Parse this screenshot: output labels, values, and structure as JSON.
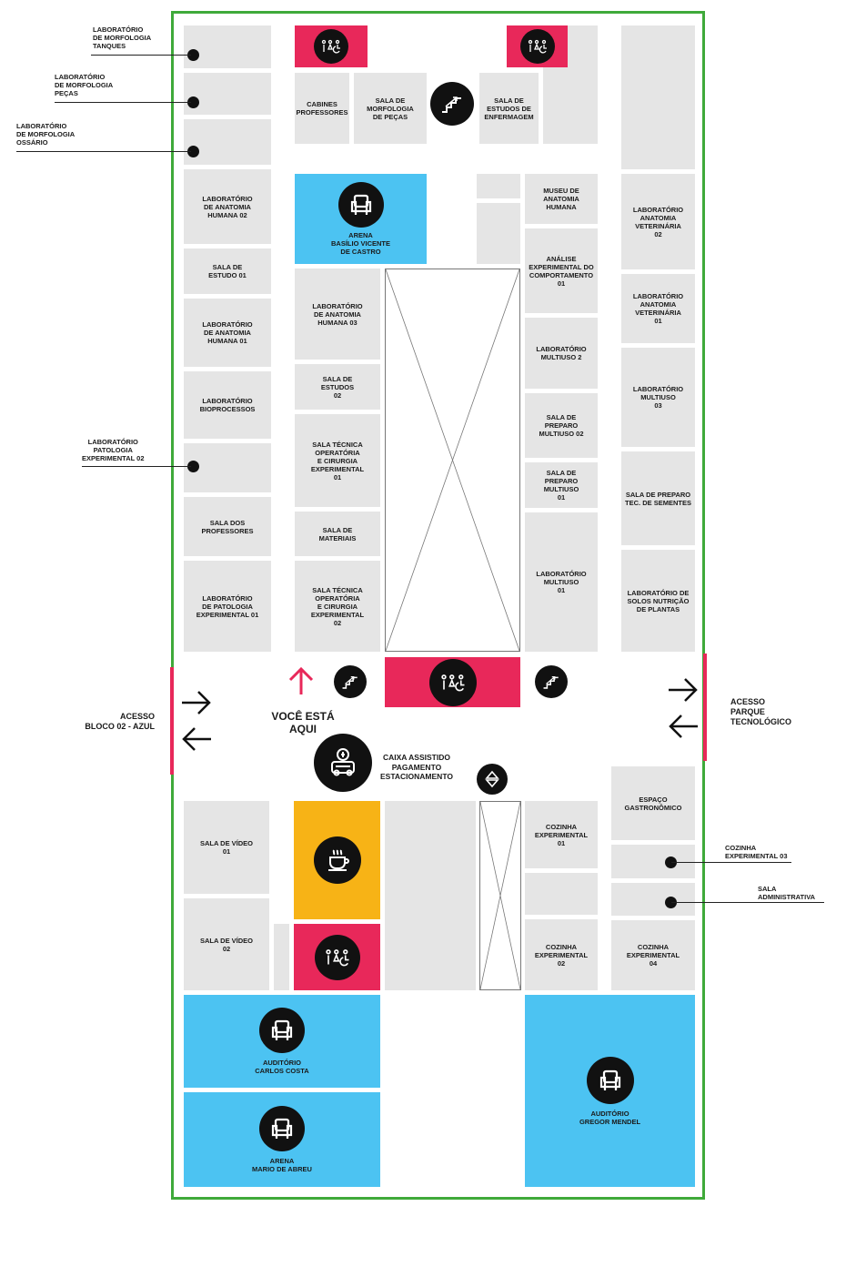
{
  "rooms": {
    "cabines_professores": "CABINES\nPROFESSORES",
    "sala_morfologia_pecas": "SALA DE\nMORFOLOGIA\nDE PEÇAS",
    "sala_estudos_enfermagem": "SALA DE\nESTUDOS DE\nENFERMAGEM",
    "lab_anatomia_humana_02": "LABORATÓRIO\nDE ANATOMIA\nHUMANA 02",
    "sala_estudo_01": "SALA DE\nESTUDO 01",
    "lab_anatomia_humana_01": "LABORATÓRIO\nDE ANATOMIA\nHUMANA 01",
    "lab_bioprocessos": "LABORATÓRIO\nBIOPROCESSOS",
    "sala_professores": "SALA DOS\nPROFESSORES",
    "lab_patologia_01": "LABORATÓRIO\nDE PATOLOGIA\nEXPERIMENTAL 01",
    "arena_basilio": "ARENA\nBASÍLIO VICENTE\nDE CASTRO",
    "lab_anatomia_humana_03": "LABORATÓRIO\nDE ANATOMIA\nHUMANA 03",
    "sala_estudos_02": "SALA DE\nESTUDOS\n02",
    "sala_tecnica_01": "SALA TÉCNICA\nOPERATÓRIA\nE CIRURGIA\nEXPERIMENTAL\n01",
    "sala_materiais": "SALA DE\nMATERIAIS",
    "sala_tecnica_02": "SALA TÉCNICA\nOPERATÓRIA\nE CIRURGIA\nEXPERIMENTAL\n02",
    "museu_anatomia": "MUSEU DE\nANATOMIA\nHUMANA",
    "analise_comportamento": "ANÁLISE\nEXPERIMENTAL DO\nCOMPORTAMENTO\n01",
    "lab_multiuso_2": "LABORATÓRIO\nMULTIUSO 2",
    "sala_preparo_02": "SALA DE\nPREPARO\nMULTIUSO 02",
    "sala_preparo_01": "SALA DE\nPREPARO\nMULTIUSO\n01",
    "lab_multiuso_01": "LABORATÓRIO\nMULTIUSO\n01",
    "lab_anatomia_vet_02": "LABORATÓRIO\nANATOMIA\nVETERINÁRIA\n02",
    "lab_anatomia_vet_01": "LABORATÓRIO\nANATOMIA\nVETERINÁRIA\n01",
    "lab_multiuso_03": "LABORATÓRIO\nMULTIUSO\n03",
    "sala_preparo_sementes": "SALA DE PREPARO\nTEC. DE SEMENTES",
    "lab_solos": "LABORATÓRIO DE\nSOLOS NUTRIÇÃO\nDE PLANTAS",
    "sala_video_01": "SALA DE VÍDEO\n01",
    "sala_video_02": "SALA DE VÍDEO\n02",
    "cozinha_01": "COZINHA\nEXPERIMENTAL\n01",
    "cozinha_02": "COZINHA\nEXPERIMENTAL\n02",
    "espaco_gastronomico": "ESPAÇO\nGASTRONÔMICO",
    "cozinha_04": "COZINHA\nEXPERIMENTAL\n04",
    "auditorio_carlos": "AUDITÓRIO\nCARLOS COSTA",
    "arena_mario": "ARENA\nMARIO DE ABREU",
    "auditorio_gregor": "AUDITÓRIO\nGREGOR MENDEL"
  },
  "callouts": {
    "lab_morfologia_tanques": "LABORATÓRIO\nDE MORFOLOGIA\nTANQUES",
    "lab_morfologia_pecas": "LABORATÓRIO\nDE MORFOLOGIA\nPEÇAS",
    "lab_morfologia_ossario": "LABORATÓRIO\nDE MORFOLOGIA\nOSSÁRIO",
    "lab_patologia_02": "LABORATÓRIO\nPATOLOGIA\nEXPERIMENTAL 02",
    "cozinha_03": "COZINHA\nEXPERIMENTAL 03",
    "sala_administrativa": "SALA\nADMINISTRATIVA"
  },
  "access": {
    "left": "ACESSO\nBLOCO 02 - AZUL",
    "right": "ACESSO\nPARQUE\nTECNOLÓGICO"
  },
  "you_are_here": "VOCÊ ESTÁ\nAQUI",
  "caixa": "CAIXA ASSISTIDO\nPAGAMENTO\nESTACIONAMENTO",
  "colors": {
    "border": "#3faa3a",
    "room": "#e5e5e5",
    "restroom": "#e8285a",
    "auditorium": "#4cc3f2",
    "cafe": "#f7b316",
    "icon": "#111111"
  },
  "icons": [
    "restroom-icon",
    "stairs-icon",
    "elevator-icon",
    "seat-icon",
    "coffee-icon",
    "cashier-icon",
    "arrow-up-icon",
    "arrow-left-icon",
    "arrow-right-icon"
  ]
}
